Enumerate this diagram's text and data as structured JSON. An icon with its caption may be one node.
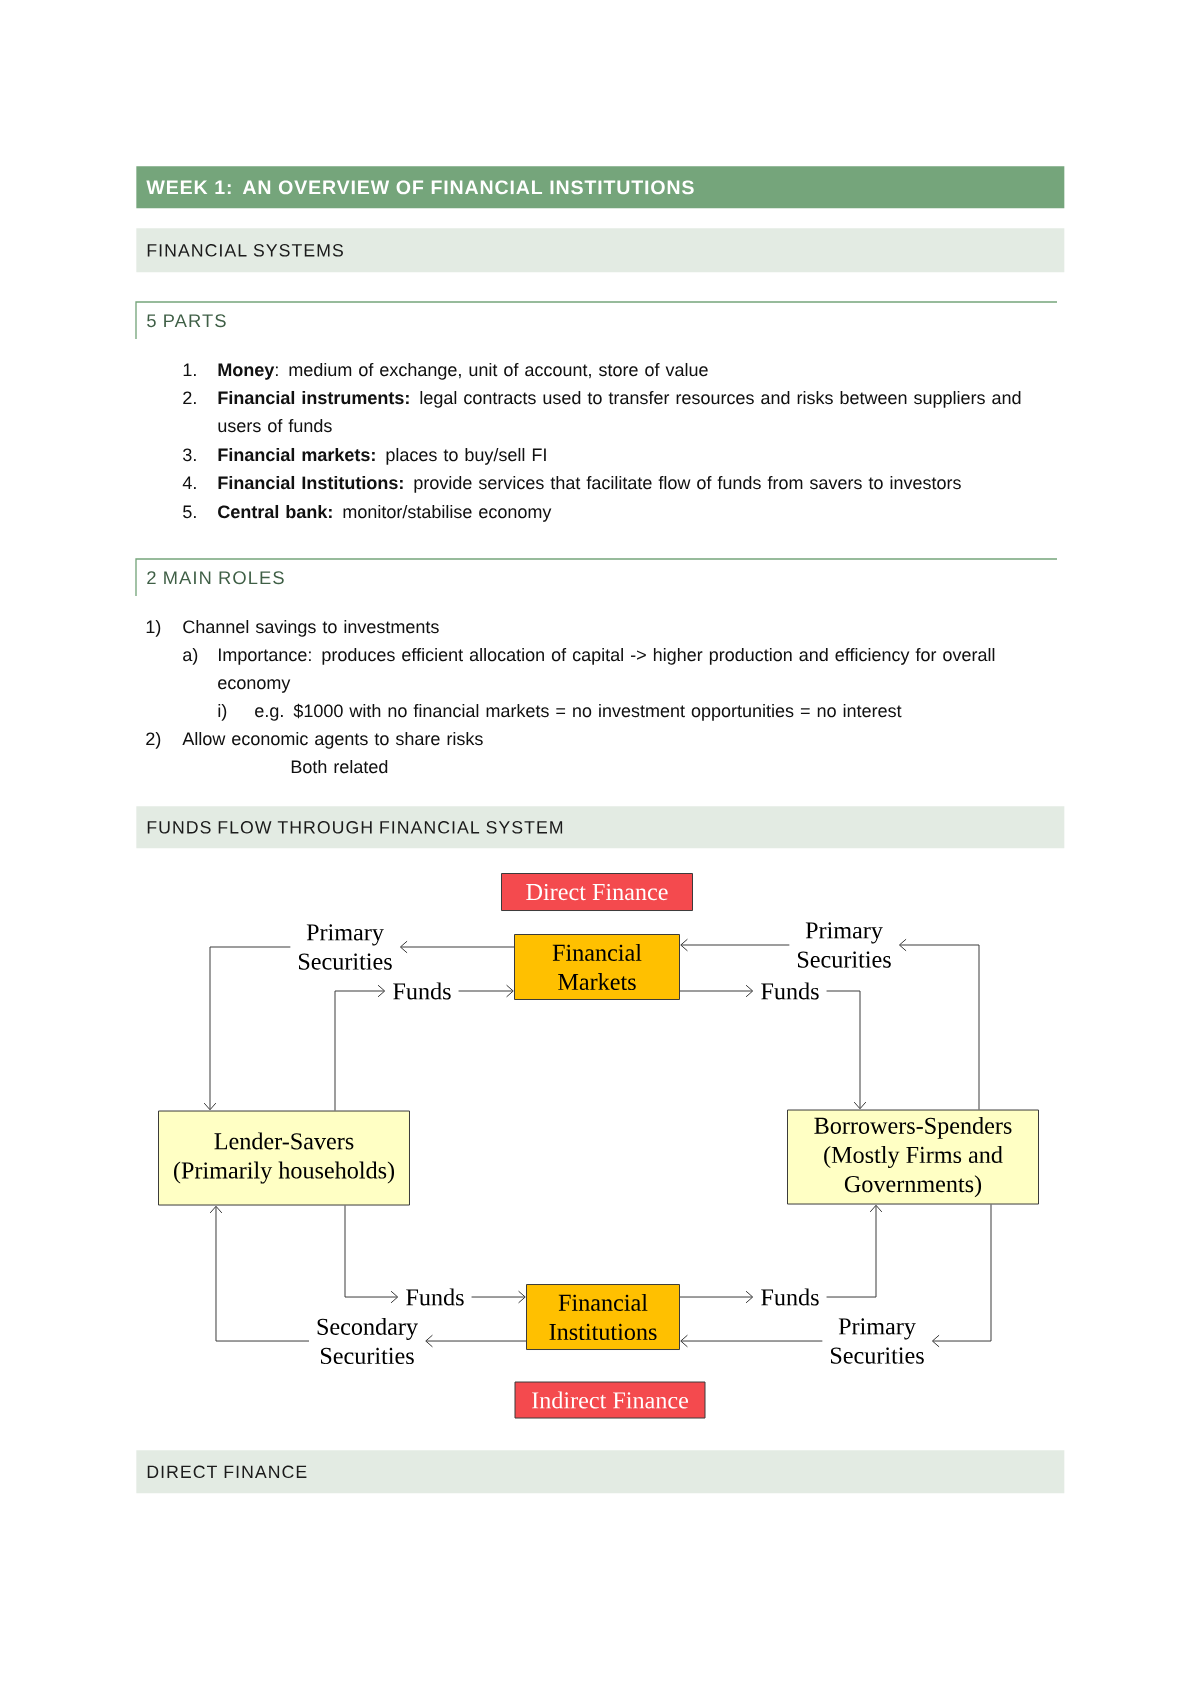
{
  "diagram": {
    "title": "WEEK 1: AN OVERVIEW OF FINANCIAL INSTITUTIONS",
    "nodes": [
      {
        "text": [
          "FINANCIAL SYSTEMS"
        ]
      },
      {
        "text": [
          "FUNDS FLOW THROUGH FINANCIAL SYSTEM"
        ]
      },
      {
        "text": [
          "Direct Finance"
        ]
      },
      {
        "text": [
          "Primary Securities"
        ]
      },
      {
        "text": [
          "Financial Markets"
        ]
      },
      {
        "text": [
          "Primary Securities"
        ]
      },
      {
        "text": [
          "Funds"
        ]
      },
      {
        "text": [
          "Funds"
        ]
      },
      {
        "text": [
          "Lender-Savers (Primarily households)"
        ]
      },
      {
        "text": [
          "Borrowers-Spenders (Mostly Firms and Governments)"
        ]
      },
      {
        "text": [
          "Funds"
        ]
      },
      {
        "text": [
          "Financial Institutions"
        ]
      },
      {
        "text": [
          "Funds"
        ]
      },
      {
        "text": [
          "Secondary Securities"
        ]
      },
      {
        "text": [
          "Primary Securities"
        ]
      },
      {
        "text": [
          "Indirect Finance"
        ]
      },
      {
        "text": [
          "DIRECT FINANCE"
        ]
      }
    ],
    "edges": [
      {
        "from": 4,
        "to": 3,
        "arrow": "to"
      },
      {
        "from": 3,
        "to": 8,
        "arrow": "to"
      },
      {
        "from": 8,
        "to": 6,
        "arrow": "to"
      },
      {
        "from": 6,
        "to": 4,
        "arrow": "to"
      },
      {
        "from": 4,
        "to": 7,
        "arrow": "to"
      },
      {
        "from": 7,
        "to": 9,
        "arrow": "to"
      },
      {
        "from": 9,
        "to": 5,
        "arrow": "to"
      },
      {
        "from": 5,
        "to": 4,
        "arrow": "to"
      },
      {
        "from": 8,
        "to": 10,
        "arrow": "to"
      },
      {
        "from": 10,
        "to": 11,
        "arrow": "to"
      },
      {
        "from": 11,
        "to": 12,
        "arrow": "to"
      },
      {
        "from": 12,
        "to": 9,
        "arrow": "to"
      },
      {
        "from": 9,
        "to": 14,
        "arrow": "to"
      },
      {
        "from": 14,
        "to": 11,
        "arrow": "to"
      },
      {
        "from": 11,
        "to": 13,
        "arrow": "to"
      },
      {
        "from": 13,
        "to": 8,
        "arrow": "to"
      }
    ],
    "labels": [
      "5 PARTS",
      "1.",
      "**Money**: medium of exchange, unit of account, store of value",
      "2.",
      "**Financial instruments:** legal contracts used to transfer resources and risks between suppliers and users of funds",
      "3.",
      "**Financial markets:** places to buy/sell FI",
      "4.",
      "**Financial Institutions:** provide services that facilitate flow of funds from savers to investors",
      "5.",
      "**Central bank:** monitor/stabilise economy",
      "2 MAIN ROLES",
      "1)",
      "Channel savings to investments",
      "a)",
      "Importance: produces efficient allocation of capital -> higher production and efficiency for overall economy",
      "i)",
      "e.g. $1000 with no financial markets = no investment opportunities = no interest",
      "2)",
      "Allow economic agents to share risks",
      "Both related"
    ]
  }
}
